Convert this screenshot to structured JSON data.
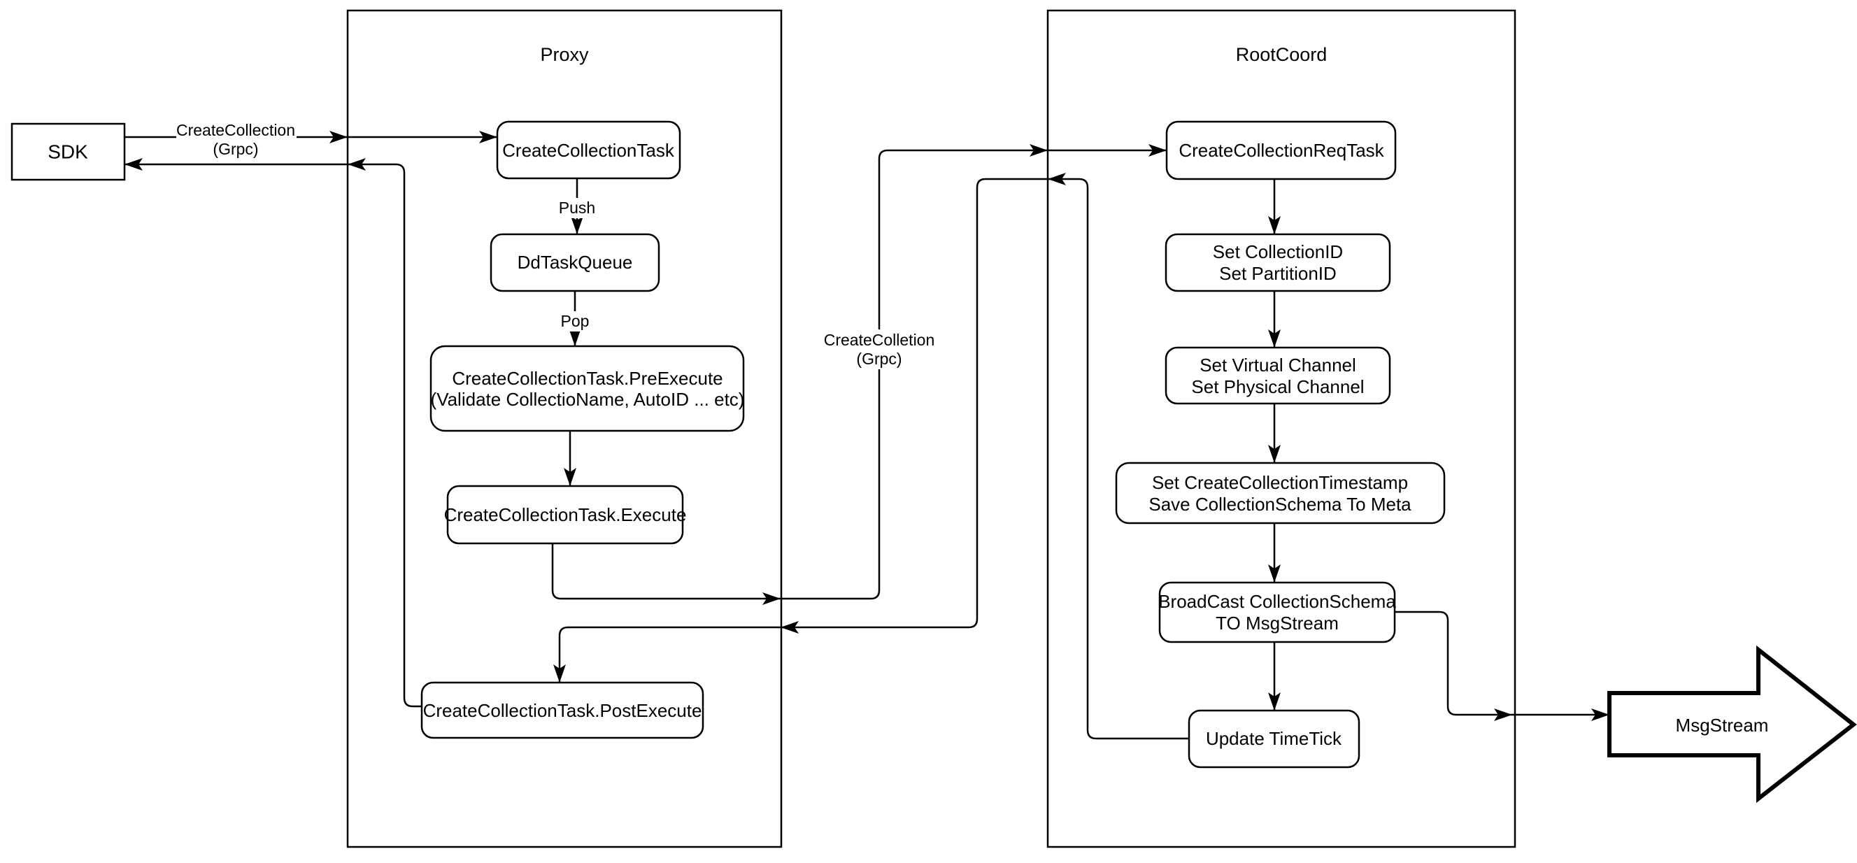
{
  "diagram": {
    "background": "#ffffff",
    "stroke_color": "#000000",
    "text_color": "#000000"
  },
  "sdk": {
    "label": "SDK"
  },
  "proxy": {
    "title": "Proxy",
    "nodes": {
      "create_collection_task": {
        "label": "CreateCollectionTask"
      },
      "dd_task_queue": {
        "label": "DdTaskQueue"
      },
      "pre_execute": {
        "line1": "CreateCollectionTask.PreExecute",
        "line2": "(Validate CollectioName, AutoID ... etc)"
      },
      "execute": {
        "label": "CreateCollectionTask.Execute"
      },
      "post_execute": {
        "label": "CreateCollectionTask.PostExecute"
      }
    },
    "edge_labels": {
      "push": "Push",
      "pop": "Pop"
    }
  },
  "rootcoord": {
    "title": "RootCoord",
    "nodes": {
      "req_task": {
        "label": "CreateCollectionReqTask"
      },
      "set_ids": {
        "line1": "Set CollectionID",
        "line2": "Set PartitionID"
      },
      "set_channels": {
        "line1": "Set Virtual Channel",
        "line2": "Set Physical Channel"
      },
      "set_timestamp": {
        "line1": "Set CreateCollectionTimestamp",
        "line2": "Save CollectionSchema To Meta"
      },
      "broadcast": {
        "line1": "BroadCast CollectionSchema",
        "line2": "TO MsgStream"
      },
      "update_timetick": {
        "label": "Update TimeTick"
      }
    }
  },
  "edge_labels": {
    "sdk_to_proxy": {
      "line1": "CreateCollection",
      "line2": "(Grpc)"
    },
    "proxy_to_rootcoord": {
      "line1": "CreateColletion",
      "line2": "(Grpc)"
    }
  },
  "msgstream": {
    "label": "MsgStream"
  }
}
